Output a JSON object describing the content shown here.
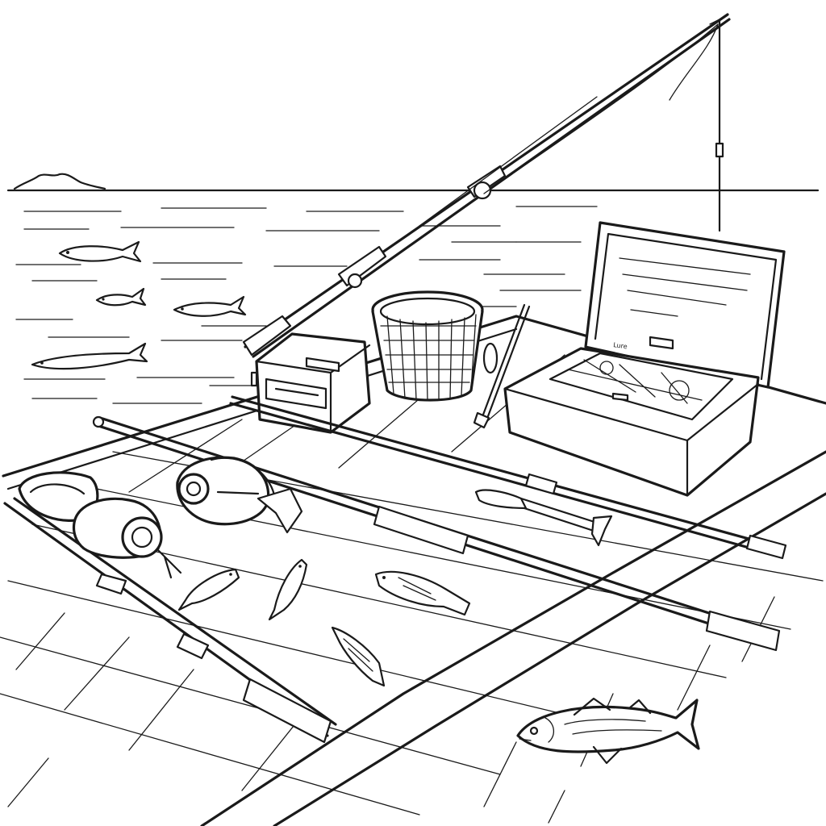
{
  "scene": {
    "style": "black ink line drawing on white background",
    "ink_color": "#1a1a1a",
    "paper_color": "#ffffff",
    "fish_in_water": 4,
    "lures_on_dock": 4
  },
  "box_label": "Lure"
}
